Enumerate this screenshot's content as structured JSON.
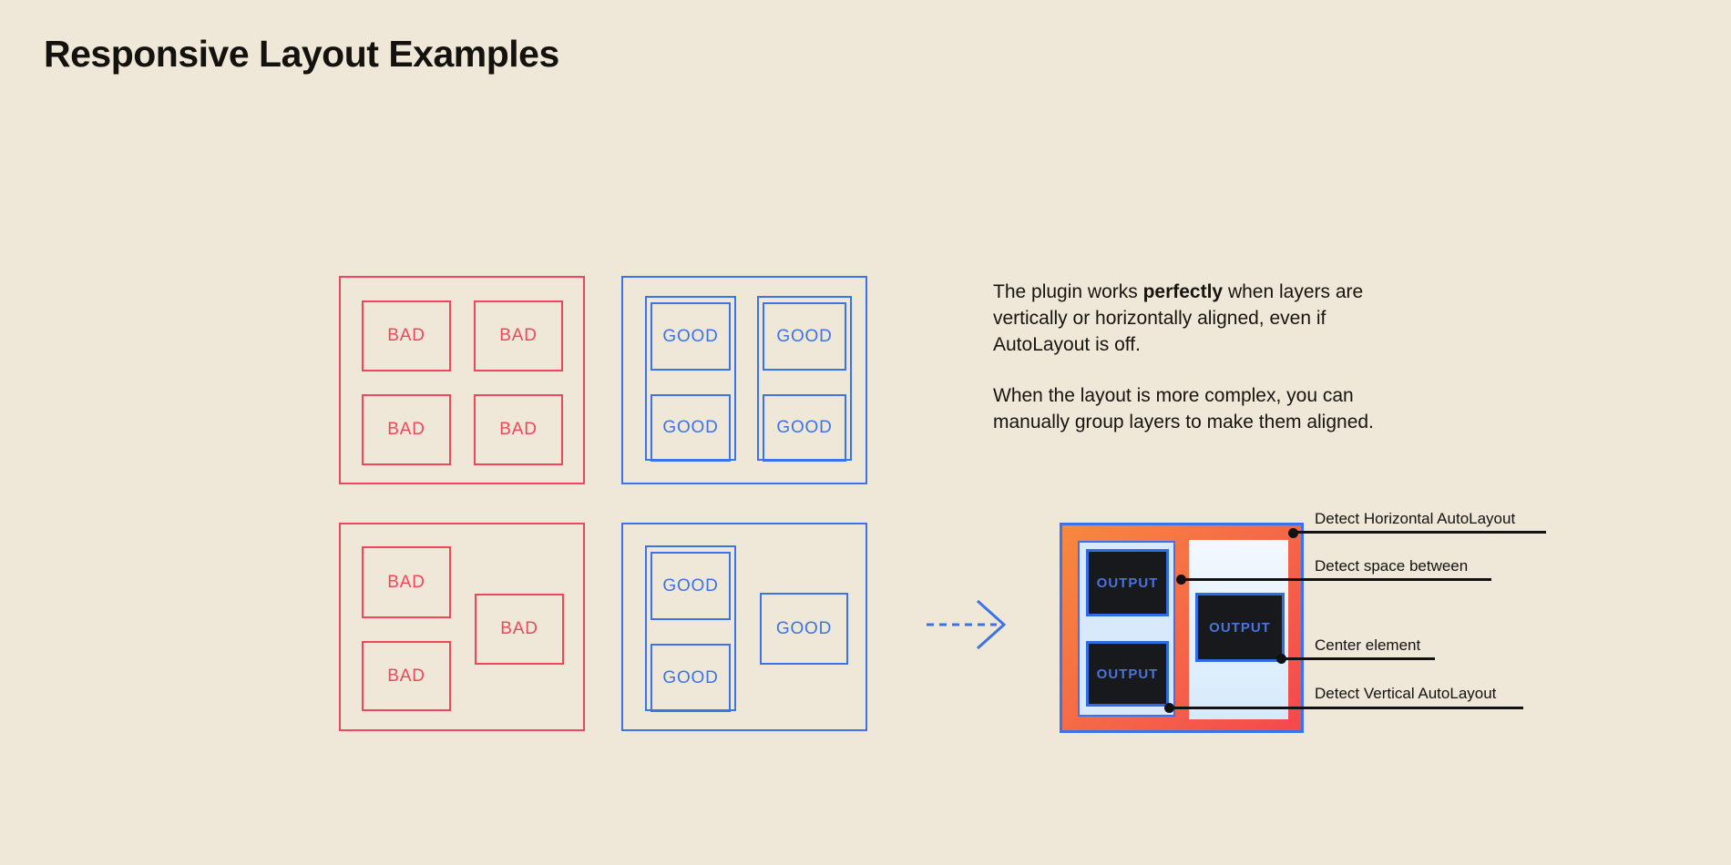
{
  "title": "Responsive Layout Examples",
  "labels": {
    "bad": "BAD",
    "good": "GOOD",
    "output": "OUTPUT"
  },
  "description": {
    "p1_before": "The plugin works ",
    "p1_bold": "perfectly",
    "p1_after": " when layers are vertically or horizontally aligned, even if AutoLayout is off.",
    "p2": "When the layout is more complex, you can manually group layers to make them aligned."
  },
  "annotations": {
    "horizontal": "Detect Horizontal AutoLayout",
    "space": "Detect space between",
    "center": "Center element",
    "vertical": "Detect Vertical AutoLayout"
  },
  "colors": {
    "background": "#EFE8D8",
    "bad_red": "#F0465A",
    "good_blue": "#3B74E8",
    "annotation_black": "#121212",
    "orange_gradient_start": "#F6893F",
    "orange_gradient_end": "#F4484E",
    "panel_light_blue": "#D7E9FB",
    "output_dark": "#17191D",
    "output_text_blue": "#4A74DD"
  }
}
